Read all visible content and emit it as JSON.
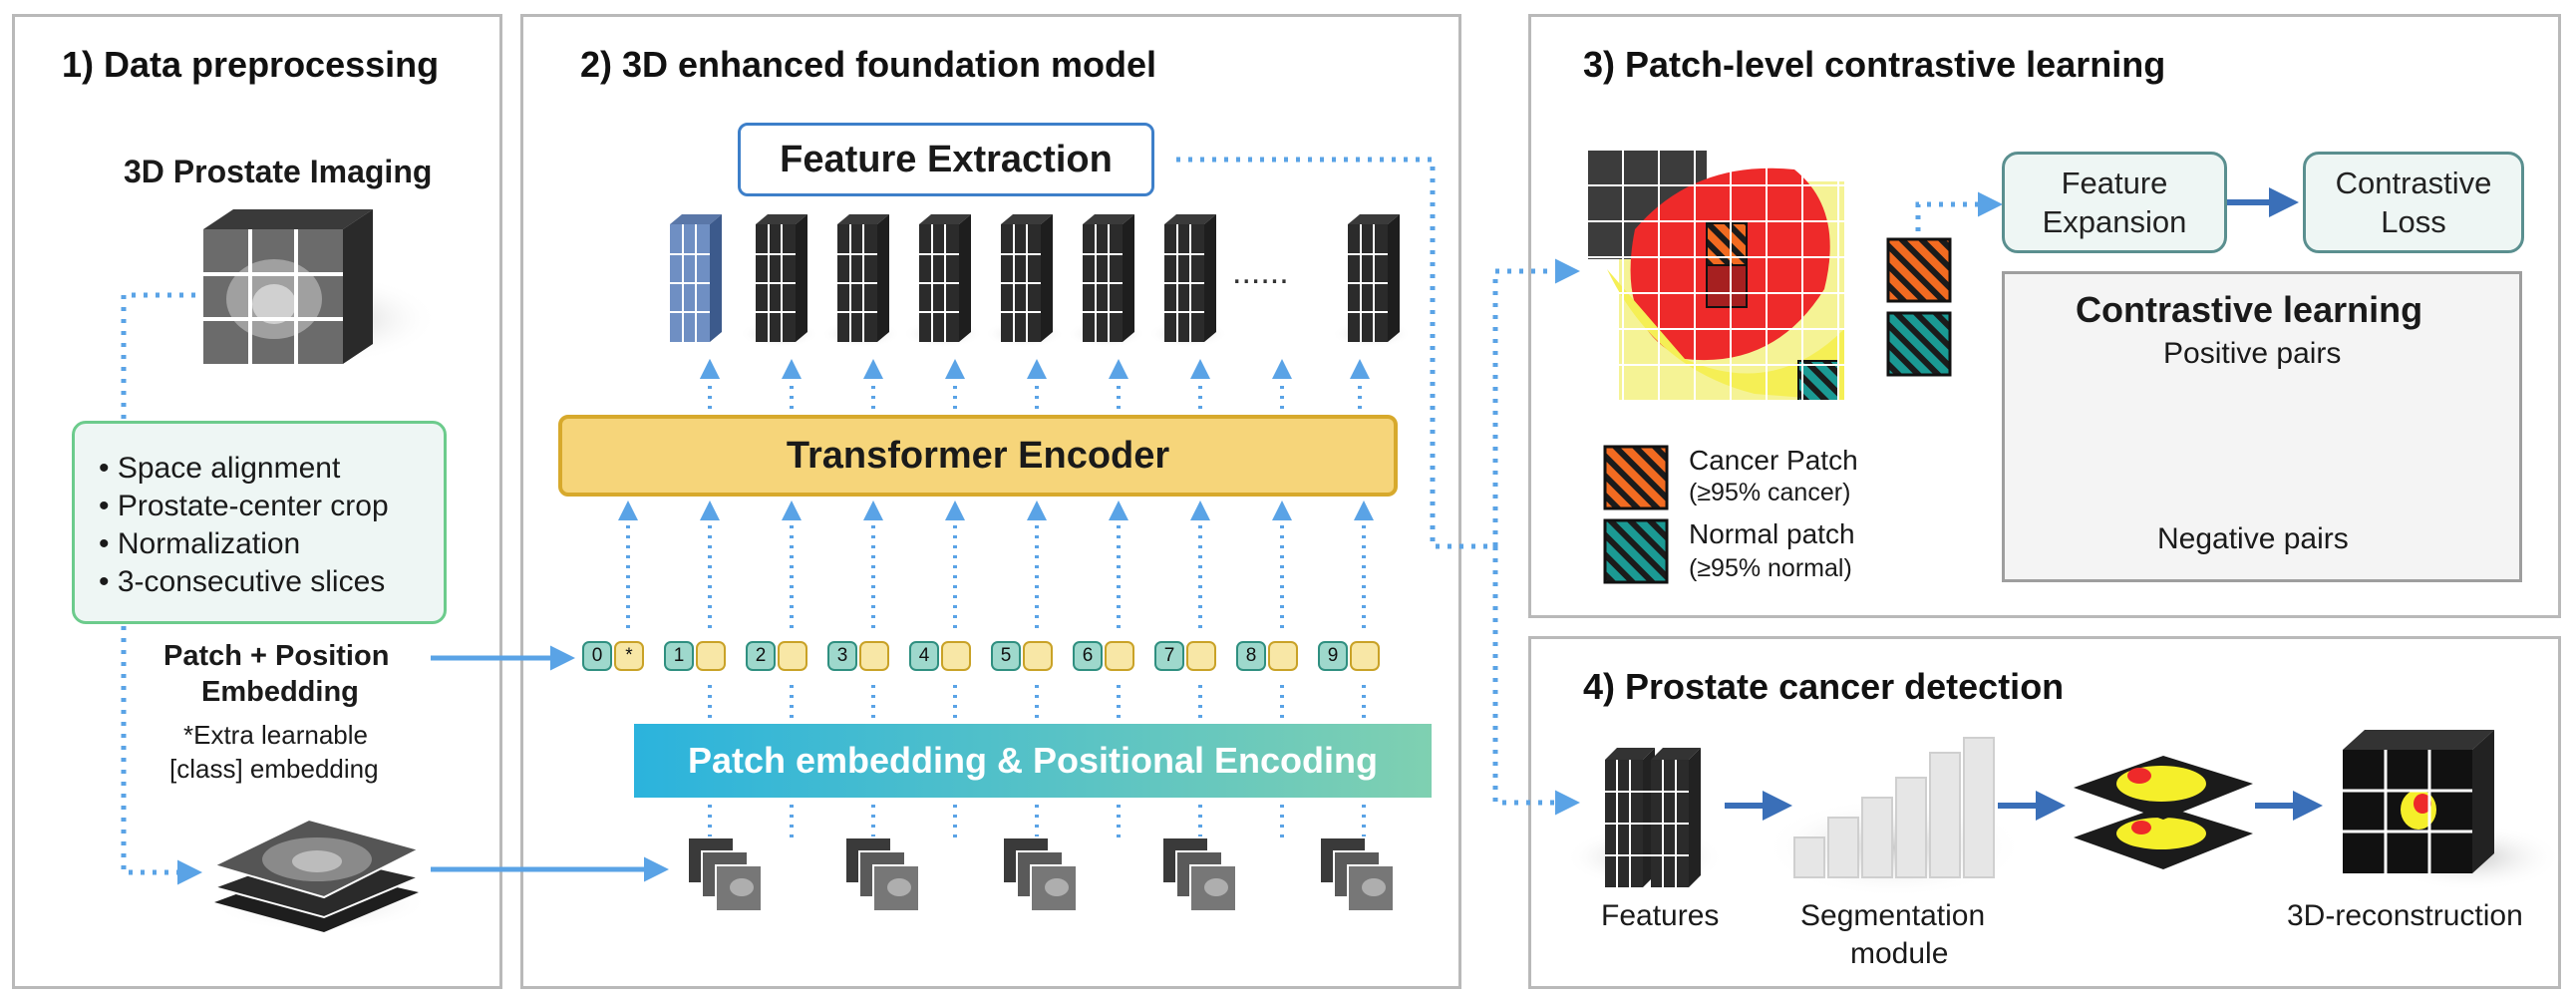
{
  "panel1": {
    "title": "1) Data preprocessing",
    "imaging_label": "3D Prostate Imaging",
    "steps": [
      "• Space alignment",
      "• Prostate-center crop",
      "• Normalization",
      "• 3-consecutive slices"
    ],
    "embed_label_line1": "Patch + Position",
    "embed_label_line2": "Embedding",
    "note_line1": "*Extra learnable",
    "note_line2": "[class] embedding"
  },
  "panel2": {
    "title": "2) 3D enhanced foundation model",
    "feature_extraction": "Feature Extraction",
    "transformer_encoder": "Transformer Encoder",
    "patch_embedding": "Patch embedding & Positional Encoding",
    "ellipsis": "......",
    "tokens": [
      "0",
      "1",
      "2",
      "3",
      "4",
      "5",
      "6",
      "7",
      "8",
      "9"
    ],
    "class_token_mark": "*"
  },
  "panel3": {
    "title": "3) Patch-level contrastive learning",
    "feature_expansion_line1": "Feature",
    "feature_expansion_line2": "Expansion",
    "contrastive_loss_line1": "Contrastive",
    "contrastive_loss_line2": "Loss",
    "contrastive_title": "Contrastive learning",
    "positive_pairs": "Positive pairs",
    "negative_pairs": "Negative pairs",
    "legend": [
      {
        "label": "Cancer Patch",
        "sub": "(≥95% cancer)",
        "color": "#f26b21"
      },
      {
        "label": "Normal patch",
        "sub": "(≥95% normal)",
        "color": "#1b9a94"
      }
    ]
  },
  "panel4": {
    "title": "4) Prostate cancer detection",
    "features": "Features",
    "segmentation_line1": "Segmentation",
    "segmentation_line2": "module",
    "reconstruction": "3D-reconstruction"
  },
  "colors": {
    "arrow_blue": "#5aa3e6",
    "cancer": "#f26b21",
    "normal": "#1b9a94",
    "transformer_fill": "#f6d57a",
    "feature_cube_blue": "#5a77a8",
    "feature_cube_dark": "#2b2b2b"
  }
}
